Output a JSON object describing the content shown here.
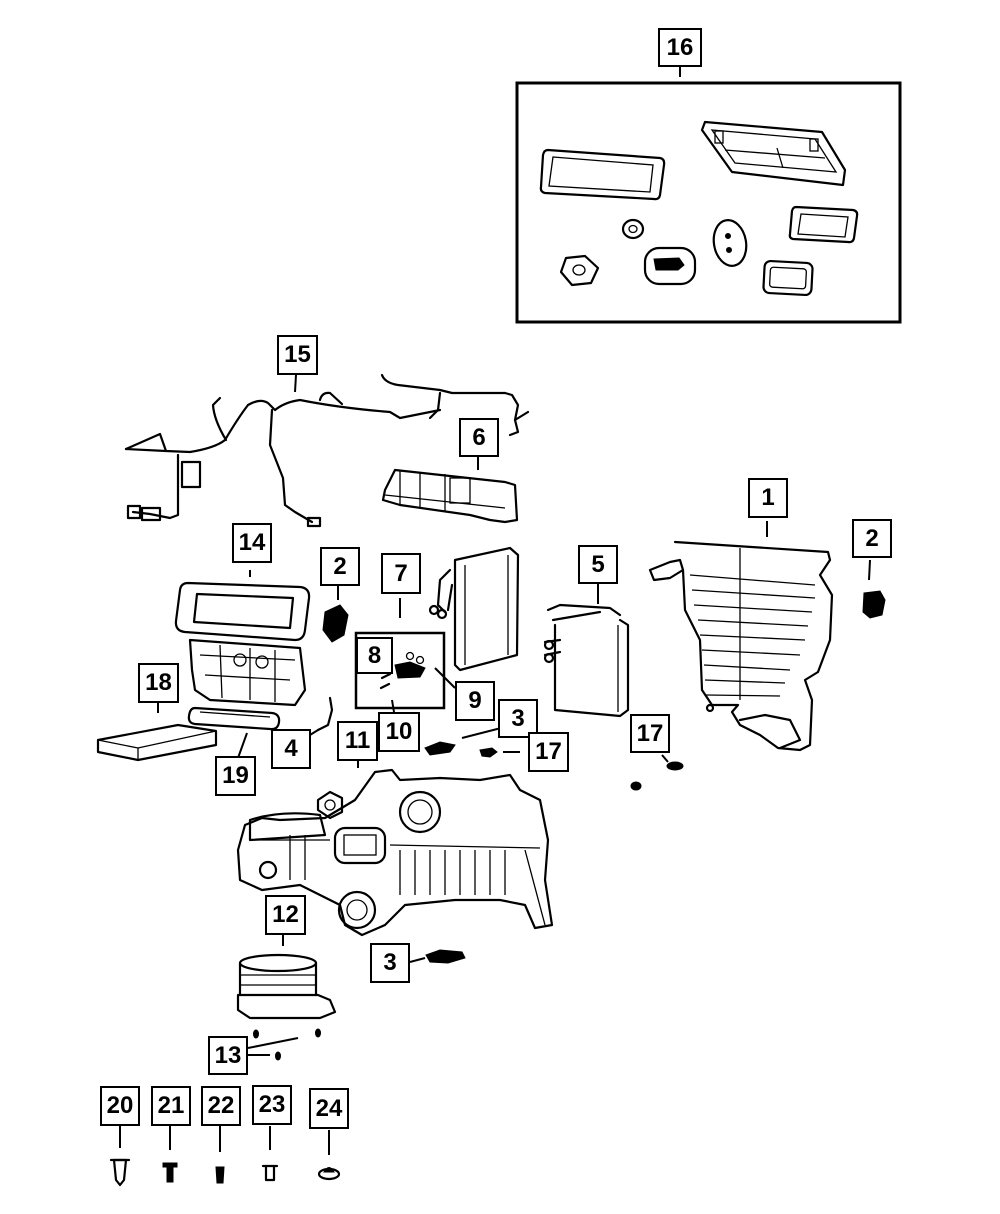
{
  "diagram": {
    "type": "exploded-parts-diagram",
    "subject": "HVAC housing assembly components",
    "callouts": [
      {
        "id": "c16",
        "label": "16",
        "part": "seal-kit"
      },
      {
        "id": "c15",
        "label": "15",
        "part": "wiring-harness"
      },
      {
        "id": "c6",
        "label": "6",
        "part": "upper-housing-bracket"
      },
      {
        "id": "c1",
        "label": "1",
        "part": "distribution-housing"
      },
      {
        "id": "c2a",
        "label": "2",
        "part": "actuator-left"
      },
      {
        "id": "c2b",
        "label": "2",
        "part": "actuator-right"
      },
      {
        "id": "c14",
        "label": "14",
        "part": "air-inlet-housing"
      },
      {
        "id": "c7",
        "label": "7",
        "part": "expansion-valve-kit"
      },
      {
        "id": "c8",
        "label": "8",
        "part": "expansion-valve"
      },
      {
        "id": "c9",
        "label": "9",
        "part": "o-ring"
      },
      {
        "id": "c10",
        "label": "10",
        "part": "screw"
      },
      {
        "id": "c5",
        "label": "5",
        "part": "heater-core"
      },
      {
        "id": "c18",
        "label": "18",
        "part": "cabin-air-filter"
      },
      {
        "id": "c19",
        "label": "19",
        "part": "filter-door"
      },
      {
        "id": "c4",
        "label": "4",
        "part": "sensor"
      },
      {
        "id": "c11",
        "label": "11",
        "part": "hvac-housing-lower"
      },
      {
        "id": "c3a",
        "label": "3",
        "part": "actuator-upper"
      },
      {
        "id": "c17a",
        "label": "17",
        "part": "clip-left"
      },
      {
        "id": "c17b",
        "label": "17",
        "part": "clip-right"
      },
      {
        "id": "c12",
        "label": "12",
        "part": "blower-motor"
      },
      {
        "id": "c3b",
        "label": "3",
        "part": "actuator-lower"
      },
      {
        "id": "c13",
        "label": "13",
        "part": "screws"
      },
      {
        "id": "c20",
        "label": "20",
        "part": "fastener-push-pin"
      },
      {
        "id": "c21",
        "label": "21",
        "part": "fastener-bolt"
      },
      {
        "id": "c22",
        "label": "22",
        "part": "fastener-screw"
      },
      {
        "id": "c23",
        "label": "23",
        "part": "fastener-stud"
      },
      {
        "id": "c24",
        "label": "24",
        "part": "fastener-nut"
      }
    ]
  }
}
